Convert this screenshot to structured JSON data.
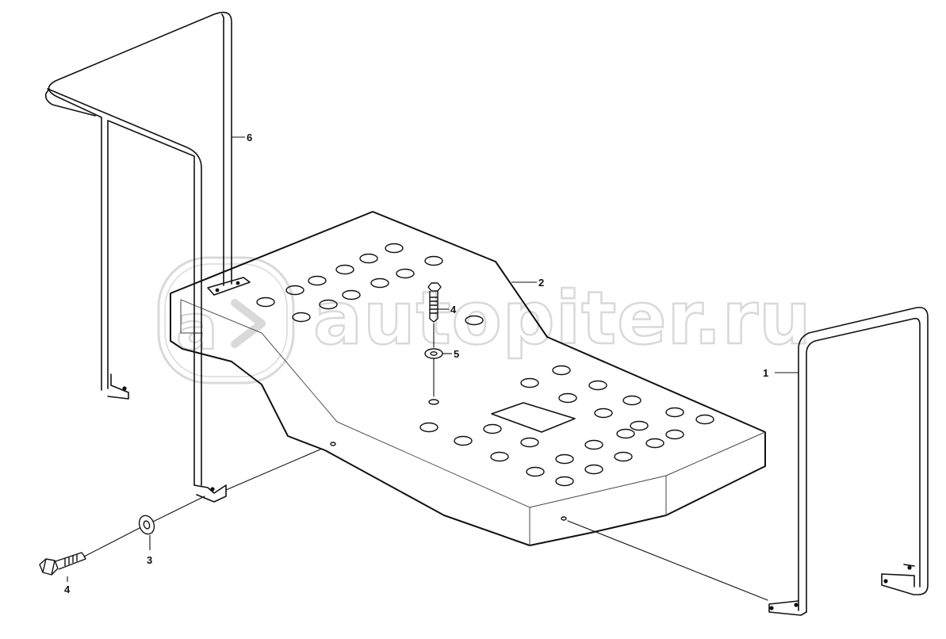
{
  "watermark": {
    "text": "autopiter.ru"
  },
  "callouts": {
    "c1": "1",
    "c2": "2",
    "c3": "3",
    "c4a": "4",
    "c4b": "4",
    "c5": "5",
    "c6": "6"
  }
}
